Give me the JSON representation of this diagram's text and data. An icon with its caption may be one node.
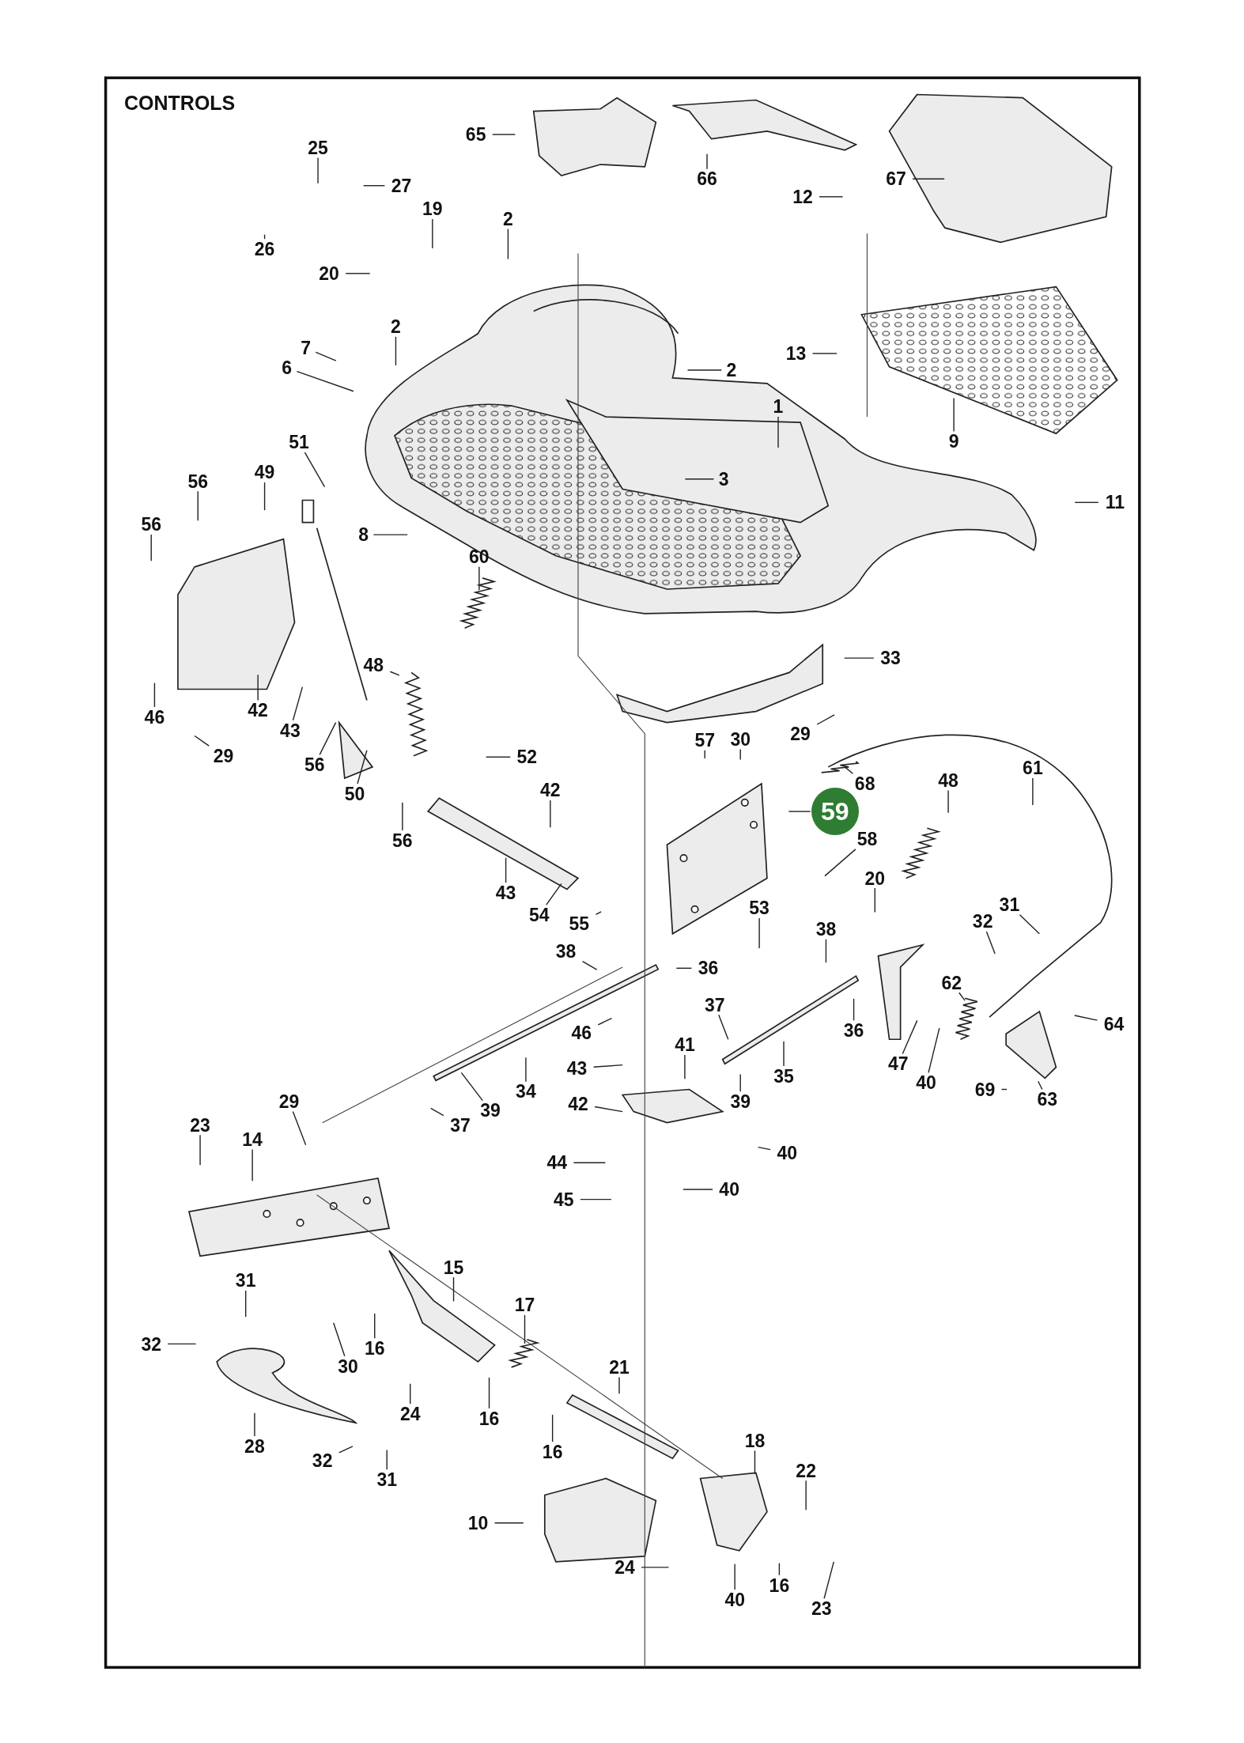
{
  "diagram": {
    "nodes": [
      {
        "text": [
          "65"
        ]
      },
      {
        "text": [
          "66"
        ]
      },
      {
        "text": [
          "67"
        ]
      },
      {
        "text": [
          "25"
        ]
      },
      {
        "text": [
          "27"
        ]
      },
      {
        "text": [
          "19"
        ]
      },
      {
        "text": [
          "26"
        ]
      },
      {
        "text": [
          "2"
        ]
      },
      {
        "text": [
          "20"
        ]
      },
      {
        "text": [
          "12"
        ]
      },
      {
        "text": [
          "2"
        ]
      },
      {
        "text": [
          "7"
        ]
      },
      {
        "text": [
          "6"
        ]
      },
      {
        "text": [
          "2"
        ]
      },
      {
        "text": [
          "13"
        ]
      },
      {
        "text": [
          "1"
        ]
      },
      {
        "text": [
          "9"
        ]
      },
      {
        "text": [
          "3"
        ]
      },
      {
        "text": [
          "51"
        ]
      },
      {
        "text": [
          "56"
        ]
      },
      {
        "text": [
          "49"
        ]
      },
      {
        "text": [
          "11"
        ]
      },
      {
        "text": [
          "56"
        ]
      },
      {
        "text": [
          "8"
        ]
      },
      {
        "text": [
          "60"
        ]
      },
      {
        "text": [
          "33"
        ]
      },
      {
        "text": [
          "48"
        ]
      },
      {
        "text": [
          "29"
        ]
      },
      {
        "text": [
          "42"
        ]
      },
      {
        "text": [
          "43"
        ]
      },
      {
        "text": [
          "46"
        ]
      },
      {
        "text": [
          "29"
        ]
      },
      {
        "text": [
          "56"
        ]
      },
      {
        "text": [
          "50"
        ]
      },
      {
        "text": [
          "52"
        ]
      },
      {
        "text": [
          "57"
        ]
      },
      {
        "text": [
          "30"
        ]
      },
      {
        "text": [
          "61"
        ]
      },
      {
        "text": [
          "68"
        ]
      },
      {
        "text": [
          "59"
        ]
      },
      {
        "text": [
          "48"
        ]
      },
      {
        "text": [
          "58"
        ]
      },
      {
        "text": [
          "42"
        ]
      },
      {
        "text": [
          "56"
        ]
      },
      {
        "text": [
          "43"
        ]
      },
      {
        "text": [
          "54"
        ]
      },
      {
        "text": [
          "55"
        ]
      },
      {
        "text": [
          "53"
        ]
      },
      {
        "text": [
          "20"
        ]
      },
      {
        "text": [
          "38"
        ]
      },
      {
        "text": [
          "31"
        ]
      },
      {
        "text": [
          "32"
        ]
      },
      {
        "text": [
          "38"
        ]
      },
      {
        "text": [
          "36"
        ]
      },
      {
        "text": [
          "62"
        ]
      },
      {
        "text": [
          "37"
        ]
      },
      {
        "text": [
          "46"
        ]
      },
      {
        "text": [
          "64"
        ]
      },
      {
        "text": [
          "36"
        ]
      },
      {
        "text": [
          "41"
        ]
      },
      {
        "text": [
          "43"
        ]
      },
      {
        "text": [
          "35"
        ]
      },
      {
        "text": [
          "34"
        ]
      },
      {
        "text": [
          "47"
        ]
      },
      {
        "text": [
          "40"
        ]
      },
      {
        "text": [
          "39"
        ]
      },
      {
        "text": [
          "39"
        ]
      },
      {
        "text": [
          "42"
        ]
      },
      {
        "text": [
          "69"
        ]
      },
      {
        "text": [
          "63"
        ]
      },
      {
        "text": [
          "37"
        ]
      },
      {
        "text": [
          "29"
        ]
      },
      {
        "text": [
          "40"
        ]
      },
      {
        "text": [
          "23"
        ]
      },
      {
        "text": [
          "14"
        ]
      },
      {
        "text": [
          "44"
        ]
      },
      {
        "text": [
          "40"
        ]
      },
      {
        "text": [
          "45"
        ]
      },
      {
        "text": [
          "15"
        ]
      },
      {
        "text": [
          "31"
        ]
      },
      {
        "text": [
          "17"
        ]
      },
      {
        "text": [
          "32"
        ]
      },
      {
        "text": [
          "30"
        ]
      },
      {
        "text": [
          "16"
        ]
      },
      {
        "text": [
          "21"
        ]
      },
      {
        "text": [
          "24"
        ]
      },
      {
        "text": [
          "16"
        ]
      },
      {
        "text": [
          "28"
        ]
      },
      {
        "text": [
          "16"
        ]
      },
      {
        "text": [
          "32"
        ]
      },
      {
        "text": [
          "31"
        ]
      },
      {
        "text": [
          "18"
        ]
      },
      {
        "text": [
          "22"
        ]
      },
      {
        "text": [
          "10"
        ]
      },
      {
        "text": [
          "24"
        ]
      },
      {
        "text": [
          "40"
        ]
      },
      {
        "text": [
          "16"
        ]
      },
      {
        "text": [
          "23"
        ]
      }
    ],
    "edges": [
      {
        "from": 0,
        "to": null,
        "arrow": "none"
      },
      {
        "from": 1,
        "to": null,
        "arrow": "none"
      },
      {
        "from": 2,
        "to": null,
        "arrow": "none"
      },
      {
        "from": 3,
        "to": null,
        "arrow": "none"
      },
      {
        "from": 4,
        "to": null,
        "arrow": "none"
      },
      {
        "from": 5,
        "to": null,
        "arrow": "none"
      },
      {
        "from": 6,
        "to": null,
        "arrow": "none"
      },
      {
        "from": 7,
        "to": null,
        "arrow": "none"
      },
      {
        "from": 8,
        "to": null,
        "arrow": "none"
      },
      {
        "from": 9,
        "to": null,
        "arrow": "none"
      },
      {
        "from": 10,
        "to": null,
        "arrow": "none"
      },
      {
        "from": 11,
        "to": null,
        "arrow": "none"
      },
      {
        "from": 12,
        "to": null,
        "arrow": "none"
      },
      {
        "from": 13,
        "to": null,
        "arrow": "none"
      },
      {
        "from": 14,
        "to": null,
        "arrow": "none"
      },
      {
        "from": 15,
        "to": null,
        "arrow": "none"
      },
      {
        "from": 16,
        "to": null,
        "arrow": "none"
      },
      {
        "from": 17,
        "to": null,
        "arrow": "none"
      },
      {
        "from": 18,
        "to": null,
        "arrow": "none"
      },
      {
        "from": 19,
        "to": null,
        "arrow": "none"
      },
      {
        "from": 20,
        "to": null,
        "arrow": "none"
      },
      {
        "from": 21,
        "to": null,
        "arrow": "none"
      },
      {
        "from": 22,
        "to": null,
        "arrow": "none"
      },
      {
        "from": 23,
        "to": null,
        "arrow": "none"
      },
      {
        "from": 24,
        "to": null,
        "arrow": "none"
      },
      {
        "from": 25,
        "to": null,
        "arrow": "none"
      },
      {
        "from": 26,
        "to": null,
        "arrow": "none"
      },
      {
        "from": 27,
        "to": null,
        "arrow": "none"
      },
      {
        "from": 28,
        "to": null,
        "arrow": "none"
      },
      {
        "from": 29,
        "to": null,
        "arrow": "none"
      },
      {
        "from": 30,
        "to": null,
        "arrow": "none"
      },
      {
        "from": 31,
        "to": null,
        "arrow": "none"
      },
      {
        "from": 32,
        "to": null,
        "arrow": "none"
      },
      {
        "from": 33,
        "to": null,
        "arrow": "none"
      },
      {
        "from": 34,
        "to": null,
        "arrow": "none"
      },
      {
        "from": 35,
        "to": null,
        "arrow": "none"
      },
      {
        "from": 36,
        "to": null,
        "arrow": "none"
      },
      {
        "from": 37,
        "to": null,
        "arrow": "none"
      },
      {
        "from": 38,
        "to": null,
        "arrow": "none"
      },
      {
        "from": 39,
        "to": null,
        "arrow": "none"
      },
      {
        "from": 40,
        "to": null,
        "arrow": "none"
      },
      {
        "from": 41,
        "to": null,
        "arrow": "none"
      },
      {
        "from": 42,
        "to": null,
        "arrow": "none"
      },
      {
        "from": 43,
        "to": null,
        "arrow": "none"
      },
      {
        "from": 44,
        "to": null,
        "arrow": "none"
      },
      {
        "from": 45,
        "to": null,
        "arrow": "none"
      },
      {
        "from": 46,
        "to": null,
        "arrow": "none"
      },
      {
        "from": 47,
        "to": null,
        "arrow": "none"
      },
      {
        "from": 48,
        "to": null,
        "arrow": "none"
      },
      {
        "from": 49,
        "to": null,
        "arrow": "none"
      },
      {
        "from": 50,
        "to": null,
        "arrow": "none"
      },
      {
        "from": 51,
        "to": null,
        "arrow": "none"
      },
      {
        "from": 52,
        "to": null,
        "arrow": "none"
      },
      {
        "from": 53,
        "to": null,
        "arrow": "none"
      },
      {
        "from": 54,
        "to": null,
        "arrow": "none"
      },
      {
        "from": 55,
        "to": null,
        "arrow": "none"
      },
      {
        "from": 56,
        "to": null,
        "arrow": "none"
      },
      {
        "from": 57,
        "to": null,
        "arrow": "none"
      },
      {
        "from": 58,
        "to": null,
        "arrow": "none"
      },
      {
        "from": 59,
        "to": null,
        "arrow": "none"
      },
      {
        "from": 60,
        "to": null,
        "arrow": "none"
      },
      {
        "from": 61,
        "to": null,
        "arrow": "none"
      },
      {
        "from": 62,
        "to": null,
        "arrow": "none"
      },
      {
        "from": 63,
        "to": null,
        "arrow": "none"
      },
      {
        "from": 64,
        "to": null,
        "arrow": "none"
      },
      {
        "from": 65,
        "to": null,
        "arrow": "none"
      },
      {
        "from": 66,
        "to": null,
        "arrow": "none"
      },
      {
        "from": 67,
        "to": null,
        "arrow": "none"
      },
      {
        "from": 68,
        "to": null,
        "arrow": "none"
      },
      {
        "from": 69,
        "to": null,
        "arrow": "none"
      },
      {
        "from": 70,
        "to": null,
        "arrow": "none"
      },
      {
        "from": 71,
        "to": null,
        "arrow": "none"
      },
      {
        "from": 72,
        "to": null,
        "arrow": "none"
      },
      {
        "from": 73,
        "to": null,
        "arrow": "none"
      },
      {
        "from": 74,
        "to": null,
        "arrow": "none"
      },
      {
        "from": 75,
        "to": null,
        "arrow": "none"
      },
      {
        "from": 76,
        "to": null,
        "arrow": "none"
      },
      {
        "from": 77,
        "to": null,
        "arrow": "none"
      },
      {
        "from": 78,
        "to": null,
        "arrow": "none"
      },
      {
        "from": 79,
        "to": null,
        "arrow": "none"
      },
      {
        "from": 80,
        "to": null,
        "arrow": "none"
      },
      {
        "from": 81,
        "to": null,
        "arrow": "none"
      },
      {
        "from": 82,
        "to": null,
        "arrow": "none"
      },
      {
        "from": 83,
        "to": null,
        "arrow": "none"
      },
      {
        "from": 84,
        "to": null,
        "arrow": "none"
      },
      {
        "from": 85,
        "to": null,
        "arrow": "none"
      },
      {
        "from": 86,
        "to": null,
        "arrow": "none"
      },
      {
        "from": 87,
        "to": null,
        "arrow": "none"
      },
      {
        "from": 88,
        "to": null,
        "arrow": "none"
      },
      {
        "from": 89,
        "to": null,
        "arrow": "none"
      },
      {
        "from": 90,
        "to": null,
        "arrow": "none"
      },
      {
        "from": 91,
        "to": null,
        "arrow": "none"
      },
      {
        "from": 92,
        "to": null,
        "arrow": "none"
      },
      {
        "from": 93,
        "to": null,
        "arrow": "none"
      },
      {
        "from": 94,
        "to": null,
        "arrow": "none"
      },
      {
        "from": 95,
        "to": null,
        "arrow": "none"
      },
      {
        "from": 96,
        "to": null,
        "arrow": "none"
      },
      {
        "from": 97,
        "to": null,
        "arrow": "none"
      }
    ],
    "title": "CONTROLS"
  }
}
